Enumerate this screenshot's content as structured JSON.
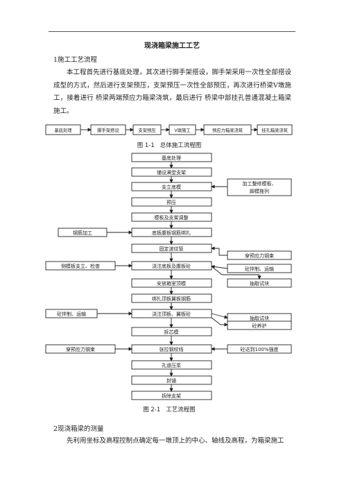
{
  "document": {
    "title": "现浇箱梁施工工艺",
    "section1_heading": "1施工工艺流程",
    "section1_paragraph": "本工程首先进行基底处理，其次进行脚手架搭设，脚手架采用一次性全部搭设成型的方式，然后进行支架预压，支架预压一次性全部预压，再次进行桥梁V墩施工，接着进行  桥梁两端预应力箱梁浇筑，最后进行  桥梁中部挂孔普通混凝土箱梁施工。",
    "section2_heading": "2现浇箱梁的测量",
    "section2_paragraph": "先利用坐标及高程控制点确定每一墩顶上的中心、轴线及高程，为箱梁施工"
  },
  "overall_flow": {
    "steps": [
      "基底处理",
      "脚手架搭设",
      "支架预压",
      "V墩施工",
      "预应力箱梁浇筑",
      "挂孔箱梁浇筑"
    ],
    "caption_num": "图  1-1",
    "caption_text": "总体施工流程图"
  },
  "process_flow": {
    "main": [
      "基底处理",
      "铺设满堂支架",
      "支立底模",
      "预压",
      "模板及支架调整",
      "底板腹板钢筋绑扎",
      "固定波纹管",
      "浇注底板及腹板砼",
      "安放箱室顶模",
      "绑扎顶板翼板钢筋",
      "浇注顶板、翼板砼",
      "拆芯模",
      "张拉钢绞线",
      "孔道压浆",
      "封锚",
      "拆除支架"
    ],
    "right": [
      "加工整修模板、",
      "脚模拖列",
      "穿预应力钢束",
      "砼拌制、运输",
      "抽取试块",
      "抽取试块",
      "砼养护",
      "砼达到100%强度"
    ],
    "left": [
      "钢筋加工",
      "侧模板支立、检查",
      "砼拌制、运输",
      "穿预应力钢束"
    ],
    "caption_num": "图  2-1",
    "caption_text": "工艺流程图"
  }
}
